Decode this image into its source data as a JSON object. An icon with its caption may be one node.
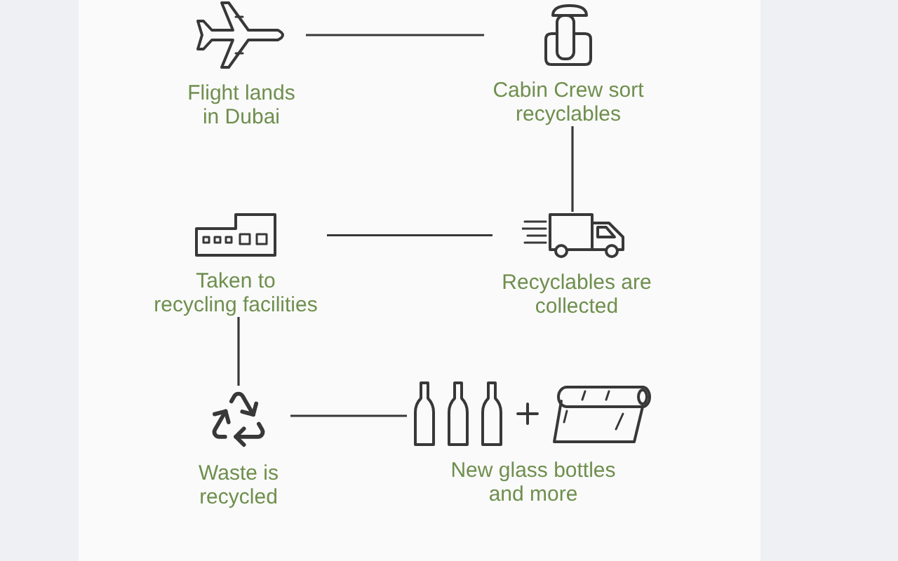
{
  "diagram": {
    "nodes": [
      {
        "text": [
          "Flight lands in Dubai"
        ]
      },
      {
        "text": [
          "Cabin Crew sort recyclables"
        ]
      },
      {
        "text": [
          "Recyclables are collected"
        ]
      },
      {
        "text": [
          "Taken to recycling facilities"
        ]
      },
      {
        "text": [
          "Waste is recycled"
        ]
      },
      {
        "text": [
          "New glass bottles and more"
        ]
      }
    ],
    "edges": [
      {
        "from": 0,
        "to": 1,
        "arrow": "none"
      },
      {
        "from": 1,
        "to": 2,
        "arrow": "none"
      },
      {
        "from": 2,
        "to": 3,
        "arrow": "none"
      },
      {
        "from": 3,
        "to": 4,
        "arrow": "none"
      },
      {
        "from": 4,
        "to": 5,
        "arrow": "none"
      }
    ]
  }
}
